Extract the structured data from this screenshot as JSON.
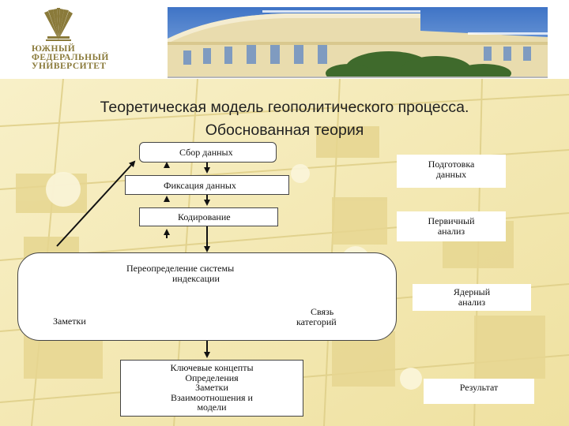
{
  "header": {
    "logo_lines": [
      "ЮЖНЫЙ",
      "ФЕДЕРАЛЬНЫЙ",
      "УНИВЕРСИТЕТ"
    ]
  },
  "slide": {
    "title_line1": "Теоретическая модель геополитического процесса.",
    "title_line2": "Обоснованная теория"
  },
  "diagram": {
    "step_collect": "Сбор данных",
    "step_fix": "Фиксация данных",
    "step_code": "Кодирование",
    "core_title_1": "Переопределение системы",
    "core_title_2": "индексации",
    "core_notes": "Заметки",
    "core_link_1": "Связь",
    "core_link_2": "категорий",
    "result_lines": [
      "Ключевые концепты",
      "Определения",
      "Заметки",
      "Взаимоотношения и",
      "модели"
    ]
  },
  "stages": {
    "prep_1": "Подготовка",
    "prep_2": "данных",
    "primary_1": "Первичный",
    "primary_2": "анализ",
    "core_1": "Ядерный",
    "core_2": "анализ",
    "result": "Результат"
  },
  "colors": {
    "logo_gold": "#8a7a3a",
    "background_paper": "#f3e7a8"
  }
}
